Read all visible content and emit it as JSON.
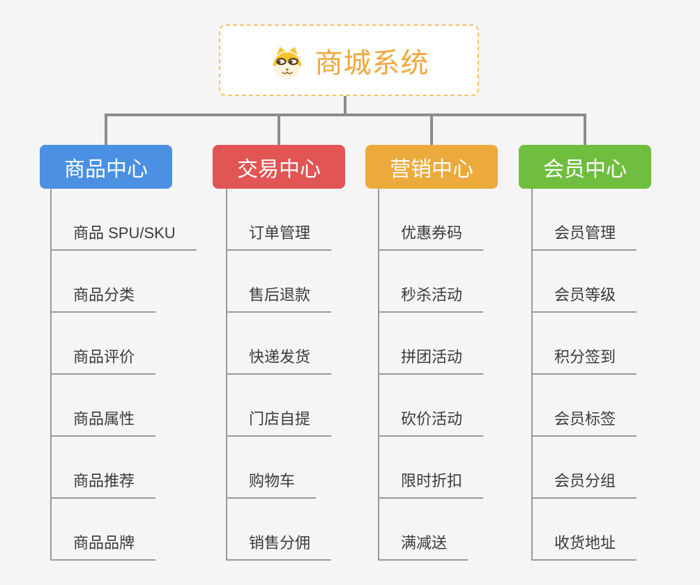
{
  "app": {
    "type": "mind-map",
    "background_color": "#f5f5f5",
    "connector_color": "#8c8c8c",
    "leaf_line_color": "#999999"
  },
  "root": {
    "title": "商城系统",
    "title_color": "#f0a73d",
    "border_color": "#f3c06a",
    "icon": "shiba-dog-mascot-icon"
  },
  "branches": [
    {
      "label": "商品中心",
      "color": "#4b90e2",
      "items": [
        "商品 SPU/SKU",
        "商品分类",
        "商品评价",
        "商品属性",
        "商品推荐",
        "商品品牌"
      ]
    },
    {
      "label": "交易中心",
      "color": "#e15555",
      "items": [
        "订单管理",
        "售后退款",
        "快递发货",
        "门店自提",
        "购物车",
        "销售分佣"
      ]
    },
    {
      "label": "营销中心",
      "color": "#edaa3c",
      "items": [
        "优惠券码",
        "秒杀活动",
        "拼团活动",
        "砍价活动",
        "限时折扣",
        "满减送"
      ]
    },
    {
      "label": "会员中心",
      "color": "#70be3f",
      "items": [
        "会员管理",
        "会员等级",
        "积分签到",
        "会员标签",
        "会员分组",
        "收货地址"
      ]
    }
  ]
}
